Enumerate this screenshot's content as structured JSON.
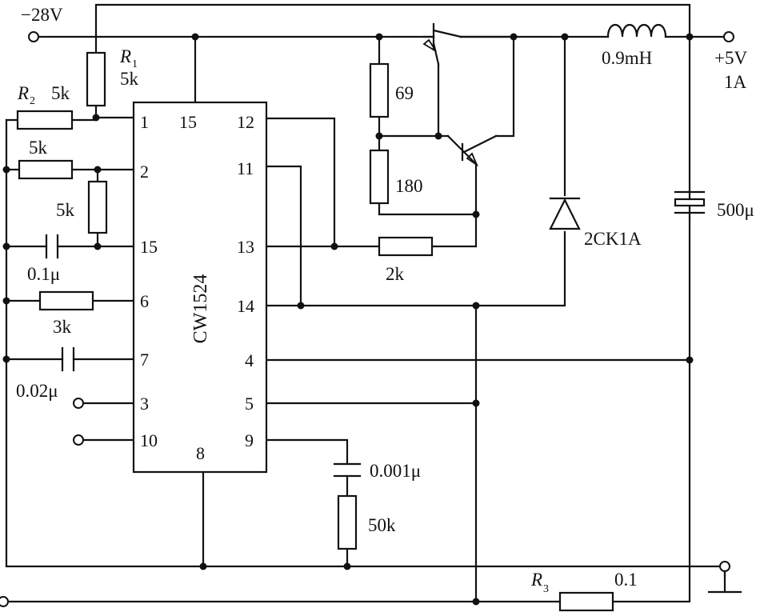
{
  "chip": {
    "name": "CW1524"
  },
  "supply": {
    "input": "−28V",
    "output_v": "+5V",
    "output_i": "1A"
  },
  "pins": {
    "p1": "1",
    "p2": "2",
    "p15a": "15",
    "p6": "6",
    "p7": "7",
    "p3": "3",
    "p10": "10",
    "p15top": "15",
    "p8": "8",
    "p12": "12",
    "p11": "11",
    "p13": "13",
    "p14": "14",
    "p4": "4",
    "p5": "5",
    "p9": "9"
  },
  "components": {
    "r1_name": "R",
    "r1_sub": "1",
    "r1_value": "5k",
    "r2_name": "R",
    "r2_sub": "2",
    "r2_value": "5k",
    "r_pin2": "5k",
    "r_vert": "5k",
    "c_pin15": "0.1μ",
    "r_pin6": "3k",
    "c_pin7": "0.02μ",
    "r_69": "69",
    "r_180": "180",
    "r_2k": "2k",
    "inductor": "0.9mH",
    "diode": "2CK1A",
    "c_out": "500μ",
    "c_comp": "0.001μ",
    "r_comp": "50k",
    "r3_name": "R",
    "r3_sub": "3",
    "r3_value": "0.1"
  }
}
